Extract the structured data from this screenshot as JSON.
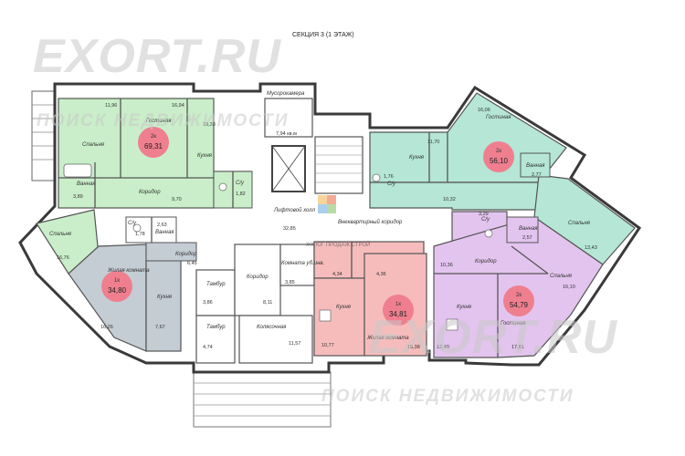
{
  "title": "СЕКЦИЯ 3 (1 ЭТАЖ)",
  "colors": {
    "green": "#c9eec9",
    "teal": "#b5e6d6",
    "blue_grey": "#c4ccd4",
    "pink": "#f6bcbc",
    "purple": "#e3c4ee",
    "common": "#ffffff",
    "wall": "#3a3a3a",
    "badge": "#ef7f8f"
  },
  "watermarks": {
    "site_top": "EXORT.RU",
    "tagline_top": "ПОИСК НЕДВИЖИМОСТИ",
    "site_bottom": "EXORT.RU",
    "tagline_bottom": "ПОИСК НЕДВИЖИМОСТИ",
    "center": "ЖК ЮГ ПРОДАЖ СТРОЙ"
  },
  "badges": [
    {
      "type": "2к",
      "area": "69,31"
    },
    {
      "type": "2к",
      "area": "56,10"
    },
    {
      "type": "1к",
      "area": "34,80"
    },
    {
      "type": "1к",
      "area": "34,81"
    },
    {
      "type": "2к",
      "area": "54,79"
    }
  ],
  "rooms": {
    "a_storage": "Гостиная",
    "a_storage_area": "16,94",
    "a_area_top": "11,96",
    "a_bedroom": "Спальня",
    "a_kitchen": "Кухня",
    "a_kitchen_area": "10,38",
    "a_bath": "Ванная",
    "a_bath_area": "3,89",
    "a_corridor": "Коридор",
    "a_corridor_area": "9,70",
    "a_wc": "С/у",
    "a_wc_area": "1,82",
    "garbage": "Мусорокамера",
    "garbage_area": "7,94 кв.м",
    "b_kitchen": "Кухня",
    "b_kitchen_area": "11,70",
    "b_living": "Гостиная",
    "b_living_area": "16,06",
    "b_bath": "Ванная",
    "b_bath_area": "2,77",
    "b_wc": "С/у",
    "b_wc_area": "1,76",
    "b_corridor_area": "10,32",
    "b_bedroom": "Спальня",
    "b_bedroom_area": "13,43",
    "lift_hall": "Лифтовой холл",
    "lift_hall_area": "32,85",
    "flat_corridor": "Внеквартирный коридор",
    "c_bedroom": "Спальня",
    "c_bedroom_area": "16,76",
    "c_wc": "С/у",
    "c_wc_area": "1,78",
    "c_bath": "Ванная",
    "c_bath_area": "2,63",
    "c_corridor": "Коридор",
    "c_corridor_area": "6,45",
    "c_living": "Жилая комната",
    "c_living_area": "16,26",
    "c_kitchen": "Кухня",
    "c_kitchen_area": "7,67",
    "vest_1": "Тамбур",
    "vest_1_area": "3,86",
    "corridor_mid": "Коридор",
    "corridor_mid_area": "8,11",
    "vest_2": "Тамбур",
    "vest_2_area": "4,74",
    "stroller": "Колясочная",
    "stroller_area": "11,57",
    "wc_common": "Комната уб.инв.",
    "wc_common_area": "3,85",
    "d_corridor_area": "4,34",
    "d_wc_area": "4,36",
    "d_kitchen": "Кухня",
    "d_kitchen_area": "10,77",
    "d_living": "Жилая комната",
    "d_living_area": "15,38",
    "e_wc": "С/у",
    "e_wc_area": "3,29",
    "e_bath": "Ванная",
    "e_bath_area": "2,57",
    "e_corridor": "Коридор",
    "e_corridor_area": "10,36",
    "e_bedroom": "Спальня",
    "e_bedroom_area": "16,10",
    "e_kitchen": "Кухня",
    "e_kitchen_area": "12,40",
    "e_living": "Гостиная",
    "e_living_area": "17,81"
  }
}
